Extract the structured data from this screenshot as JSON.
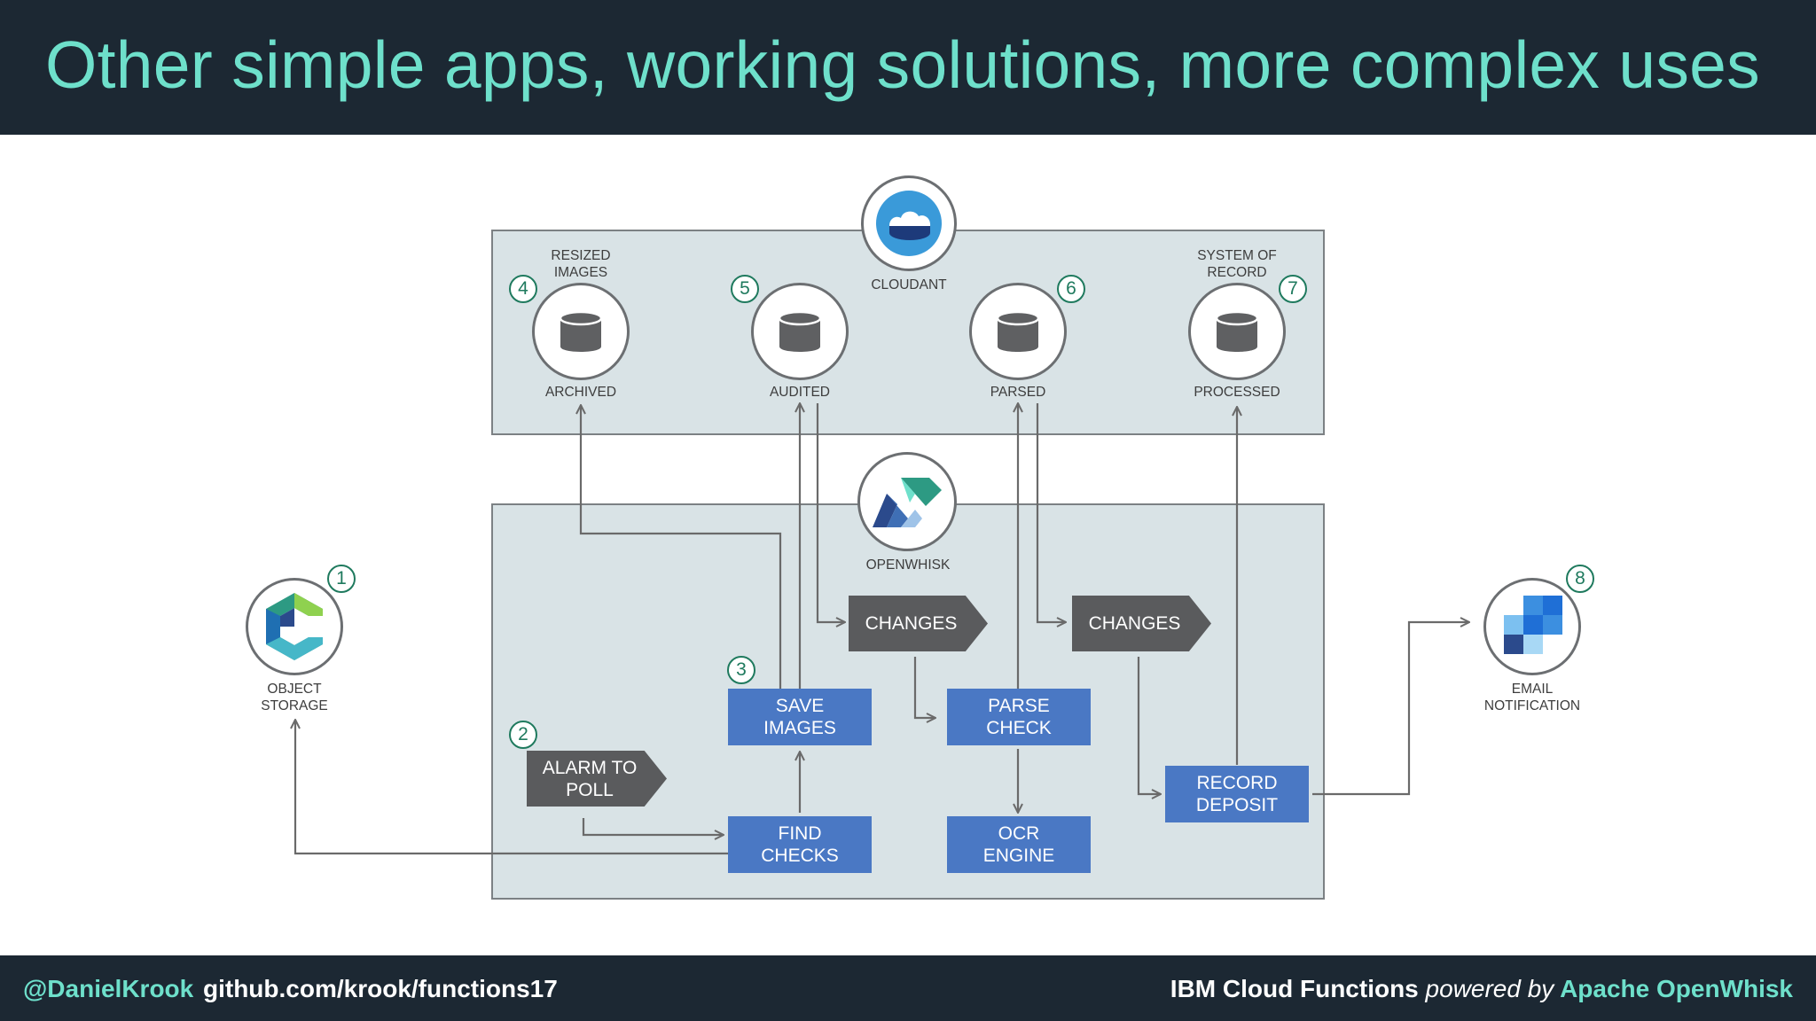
{
  "title": "Other simple apps, working solutions, more complex uses",
  "footer": {
    "handle": "@DanielKrook",
    "repo": "github.com/krook/functions17",
    "brand_product": "IBM Cloud Functions",
    "brand_powered": "powered by",
    "brand_project": "Apache OpenWhisk"
  },
  "services": {
    "cloudant": "CLOUDANT",
    "openwhisk": "OPENWHISK",
    "object_storage": "OBJECT\nSTORAGE",
    "email": "EMAIL\nNOTIFICATION"
  },
  "databases": [
    {
      "top": "RESIZED\nIMAGES",
      "name": "ARCHIVED",
      "step": "4"
    },
    {
      "top": "",
      "name": "AUDITED",
      "step": "5"
    },
    {
      "top": "",
      "name": "PARSED",
      "step": "6"
    },
    {
      "top": "SYSTEM OF\nRECORD",
      "name": "PROCESSED",
      "step": "7"
    }
  ],
  "steps": {
    "object_storage": "1",
    "alarm": "2",
    "save": "3",
    "email": "8"
  },
  "actions": {
    "save_images": "SAVE\nIMAGES",
    "parse_check": "PARSE\nCHECK",
    "find_checks": "FIND\nCHECKS",
    "ocr_engine": "OCR\nENGINE",
    "record_deposit": "RECORD\nDEPOSIT"
  },
  "triggers": {
    "alarm": "ALARM TO\nPOLL",
    "changes_1": "CHANGES",
    "changes_2": "CHANGES"
  },
  "colors": {
    "header_bg": "#1c2833",
    "accent": "#6ee0cb",
    "panel_bg": "#d9e3e6",
    "action_blue": "#4a78c4",
    "trigger_gray": "#5a5b5d",
    "badge_green": "#1f7a5e"
  }
}
